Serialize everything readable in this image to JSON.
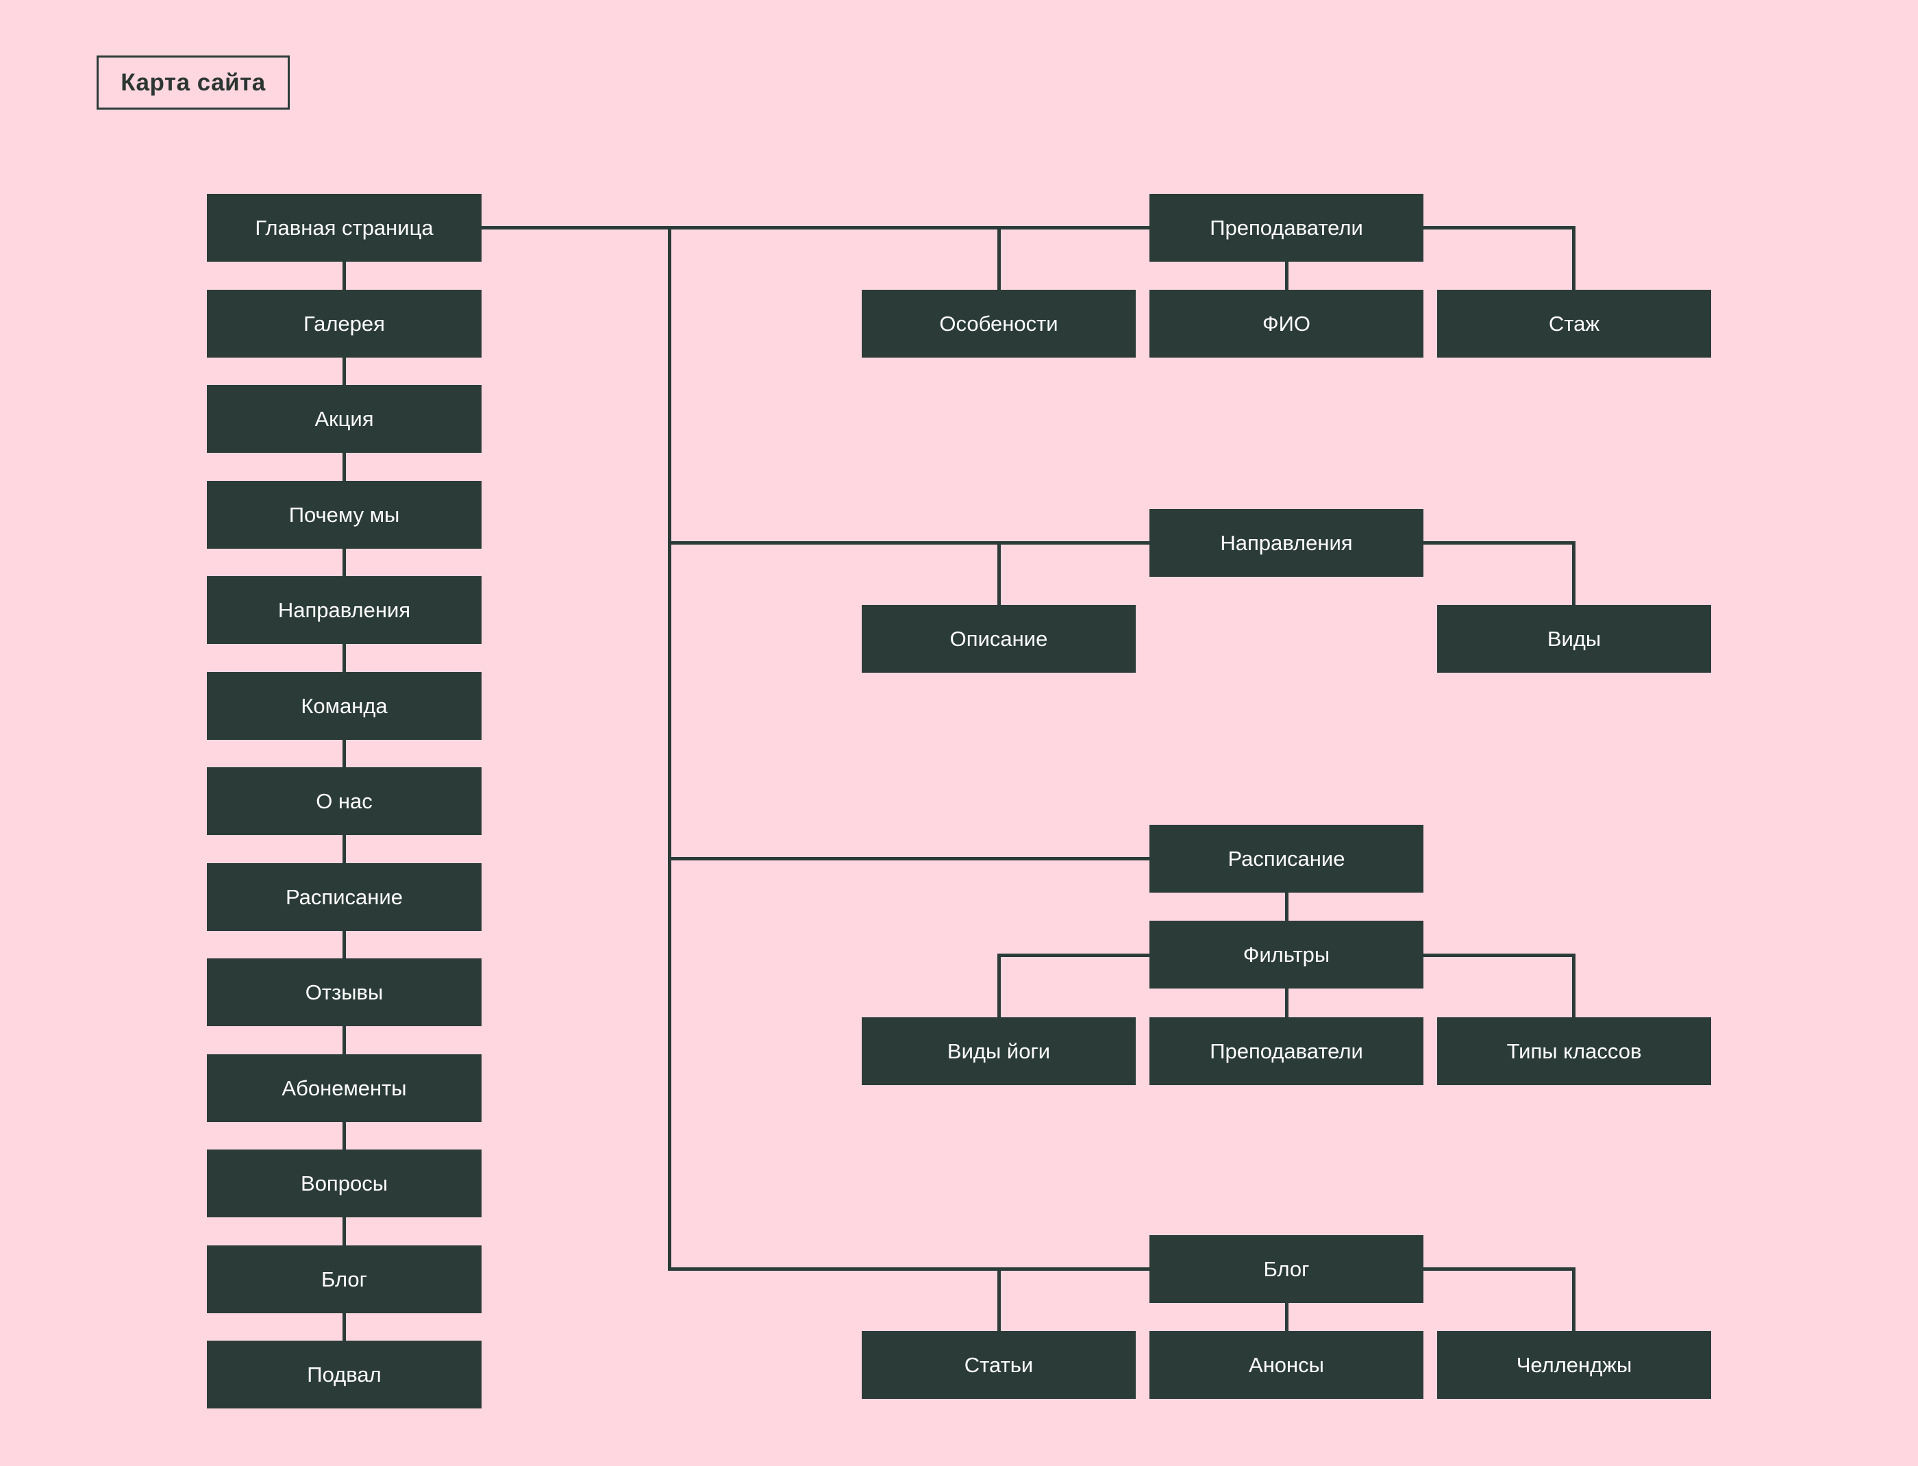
{
  "title": "Карта сайта",
  "colors": {
    "background": "#FFD7E1",
    "box": "#2B3C38",
    "line": "#2B3C38",
    "box_text": "#FFFDFE",
    "title_text": "#2B3531"
  },
  "main_column": {
    "items": [
      "Главная страница",
      "Галерея",
      "Акция",
      "Почему мы",
      "Направления",
      "Команда",
      "О нас",
      "Расписание",
      "Отзывы",
      "Абонементы",
      "Вопросы",
      "Блог",
      "Подвал"
    ]
  },
  "groups": {
    "teachers": {
      "parent": "Преподаватели",
      "children": [
        "Особености",
        "ФИО",
        "Стаж"
      ]
    },
    "directions": {
      "parent": "Направления",
      "children": [
        "Описание",
        "Виды"
      ]
    },
    "schedule": {
      "parent": "Расписание",
      "sub_parent": "Фильтры",
      "children": [
        "Виды йоги",
        "Преподаватели",
        "Типы классов"
      ]
    },
    "blog": {
      "parent": "Блог",
      "children": [
        "Статьи",
        "Анонсы",
        "Челленджы"
      ]
    }
  }
}
